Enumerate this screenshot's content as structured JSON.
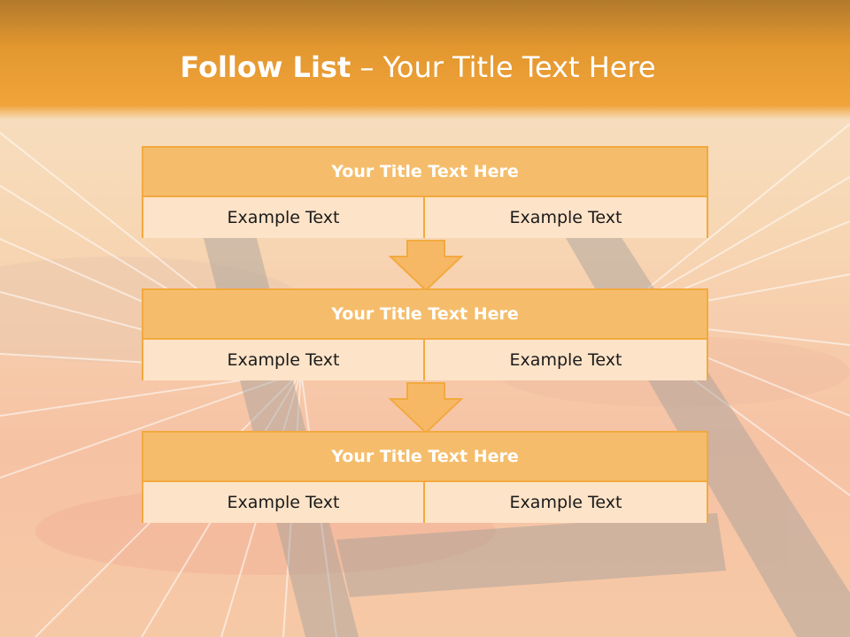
{
  "title": {
    "bold": "Follow List",
    "rest": " – Your Title Text Here"
  },
  "steps": [
    {
      "heading": "Your Title Text Here",
      "left": "Example Text",
      "right": "Example Text"
    },
    {
      "heading": "Your Title Text Here",
      "left": "Example Text",
      "right": "Example Text"
    },
    {
      "heading": "Your Title Text Here",
      "left": "Example Text",
      "right": "Example Text"
    }
  ],
  "colors": {
    "accent": "#f2a93f",
    "header_fill": "#f5bd6b",
    "cell_fill": "#fde3c8",
    "arrow_fill": "#f7b866"
  }
}
